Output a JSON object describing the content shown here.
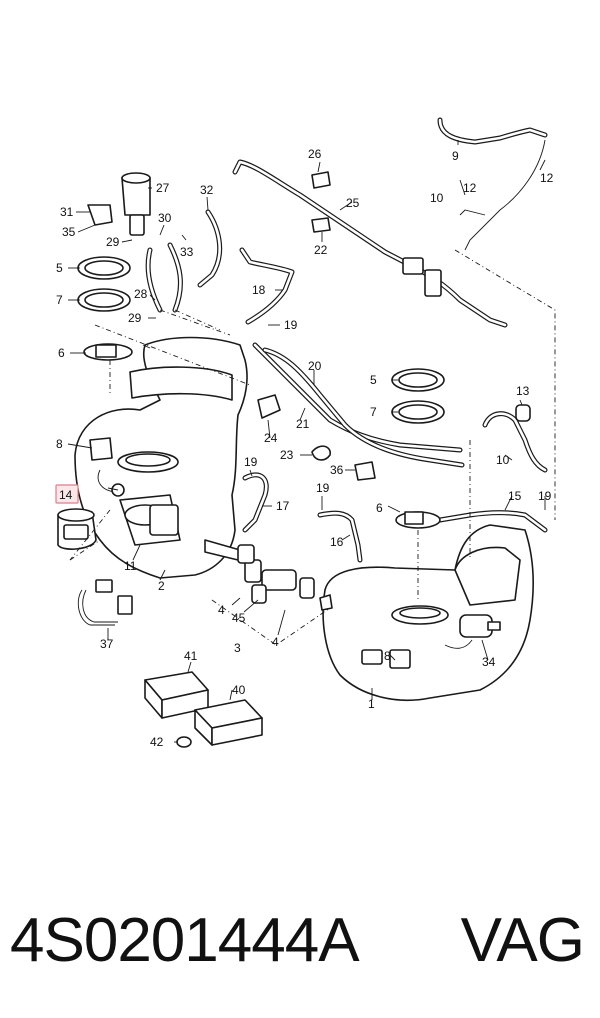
{
  "diagram": {
    "callouts": [
      {
        "id": "c1",
        "label": "1"
      },
      {
        "id": "c2",
        "label": "2"
      },
      {
        "id": "c3",
        "label": "3"
      },
      {
        "id": "c4a",
        "label": "4"
      },
      {
        "id": "c4b",
        "label": "4"
      },
      {
        "id": "c5a",
        "label": "5"
      },
      {
        "id": "c5b",
        "label": "5"
      },
      {
        "id": "c6a",
        "label": "6"
      },
      {
        "id": "c6b",
        "label": "6"
      },
      {
        "id": "c7a",
        "label": "7"
      },
      {
        "id": "c7b",
        "label": "7"
      },
      {
        "id": "c8a",
        "label": "8"
      },
      {
        "id": "c8b",
        "label": "8"
      },
      {
        "id": "c9",
        "label": "9"
      },
      {
        "id": "c10a",
        "label": "10"
      },
      {
        "id": "c10b",
        "label": "10"
      },
      {
        "id": "c11",
        "label": "11"
      },
      {
        "id": "c12a",
        "label": "12"
      },
      {
        "id": "c12b",
        "label": "12"
      },
      {
        "id": "c13",
        "label": "13"
      },
      {
        "id": "c14",
        "label": "14"
      },
      {
        "id": "c15",
        "label": "15"
      },
      {
        "id": "c16",
        "label": "16"
      },
      {
        "id": "c17",
        "label": "17"
      },
      {
        "id": "c18",
        "label": "18"
      },
      {
        "id": "c19a",
        "label": "19"
      },
      {
        "id": "c19b",
        "label": "19"
      },
      {
        "id": "c19c",
        "label": "19"
      },
      {
        "id": "c19d",
        "label": "19"
      },
      {
        "id": "c20",
        "label": "20"
      },
      {
        "id": "c21",
        "label": "21"
      },
      {
        "id": "c22",
        "label": "22"
      },
      {
        "id": "c23",
        "label": "23"
      },
      {
        "id": "c24",
        "label": "24"
      },
      {
        "id": "c25",
        "label": "25"
      },
      {
        "id": "c26",
        "label": "26"
      },
      {
        "id": "c27",
        "label": "27"
      },
      {
        "id": "c28",
        "label": "28"
      },
      {
        "id": "c29a",
        "label": "29"
      },
      {
        "id": "c29b",
        "label": "29"
      },
      {
        "id": "c30",
        "label": "30"
      },
      {
        "id": "c31",
        "label": "31"
      },
      {
        "id": "c32",
        "label": "32"
      },
      {
        "id": "c33",
        "label": "33"
      },
      {
        "id": "c34",
        "label": "34"
      },
      {
        "id": "c35",
        "label": "35"
      },
      {
        "id": "c36",
        "label": "36"
      },
      {
        "id": "c37",
        "label": "37"
      },
      {
        "id": "c40",
        "label": "40"
      },
      {
        "id": "c41",
        "label": "41"
      },
      {
        "id": "c42",
        "label": "42"
      },
      {
        "id": "c45",
        "label": "45"
      }
    ],
    "highlighted_callout": "14",
    "highlight_color": "#e07b8a"
  },
  "footer": {
    "part_number": "4S0201444A",
    "brand": "VAG"
  }
}
